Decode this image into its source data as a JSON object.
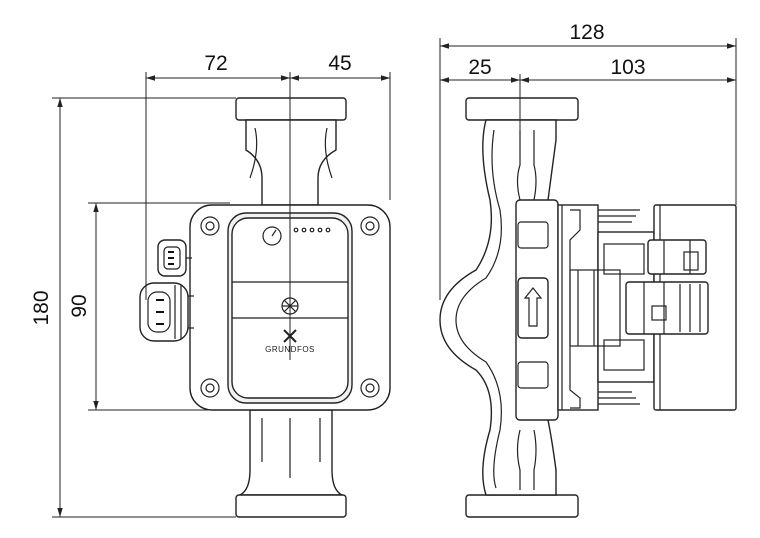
{
  "dimensions": {
    "front_width_left": "72",
    "front_width_right": "45",
    "front_height_total": "180",
    "front_height_motor": "90",
    "side_width_total": "128",
    "side_width_left": "25",
    "side_width_right": "103"
  },
  "logo_text": "GRUNDFOS"
}
